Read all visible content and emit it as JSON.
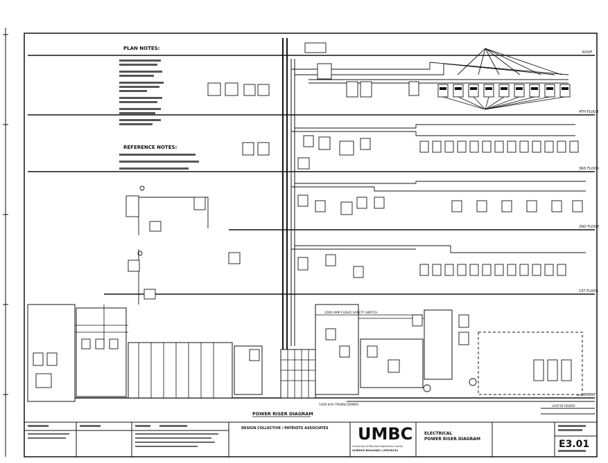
{
  "notes": {
    "plan_title": "PLAN NOTES:",
    "reference_title": "REFERENCE NOTES:"
  },
  "floors": {
    "roof": "ROOF",
    "fourth": "4TH FLOOR",
    "third": "3RD FLOOR",
    "second": "2ND FLOOR",
    "first": "1ST FLOOR",
    "basement": "BASEMENT"
  },
  "diagram_title": "POWER RISER DIAGRAM",
  "title_block": {
    "logo": "UMBC",
    "firm": "DESIGN COLLECTIVE / PATRIOTS ASSOCIATES",
    "university": "University of Maryland Baltimore County",
    "building": "SCIENCE BUILDING I (PHYSICS)",
    "sheet_title_1": "ELECTRICAL",
    "sheet_title_2": "POWER RISER DIAGRAM",
    "sheet_number": "E3.01"
  },
  "labels": {
    "switchgear": "2000 AMP FUSED SAFETY SWITCH",
    "transformer": "1000 KVA TRANSFORMER",
    "basement_note": "LOOP IN FEEDER"
  }
}
